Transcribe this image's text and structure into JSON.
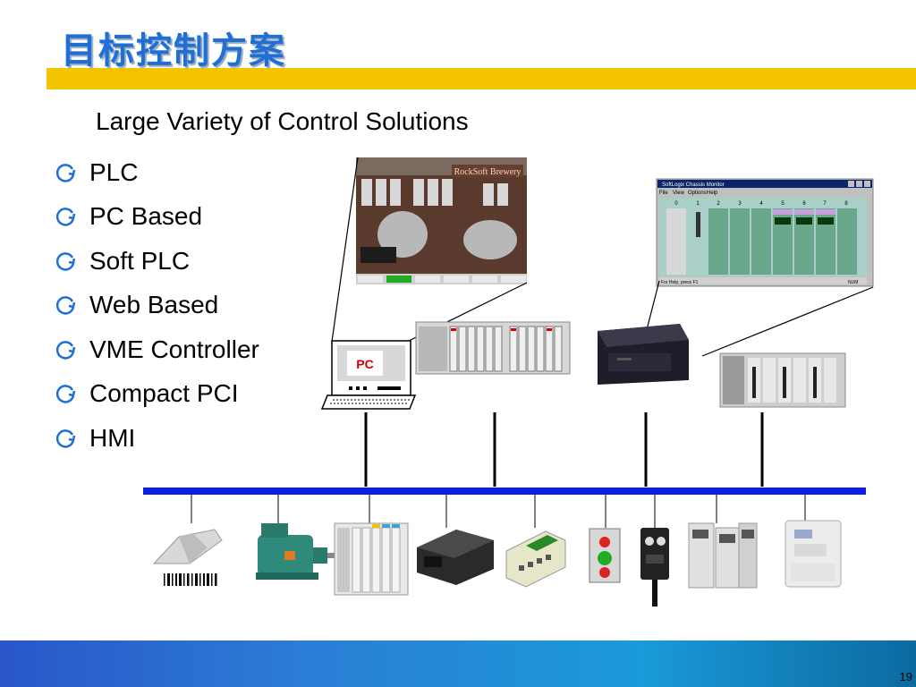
{
  "slide": {
    "title": "目标控制方案",
    "intro": "Large Variety of Control Solutions",
    "bullets": [
      "PLC",
      "PC Based",
      "Soft PLC",
      "Web Based",
      "VME Controller",
      "Compact PCI",
      "HMI"
    ],
    "page_number": "19"
  },
  "diagram": {
    "pc_label": "PC",
    "hmi_screen_title": "RockSoft Brewery",
    "softlogic_window_title": "SoftLogix Chassis Monitor",
    "softlogic_menu": [
      "File",
      "View",
      "Options",
      "Help"
    ],
    "softlogic_status": "For Help, press F1",
    "softlogic_num": "NUM",
    "slot_numbers": [
      "0",
      "1",
      "2",
      "3",
      "4",
      "5",
      "6",
      "7",
      "8"
    ],
    "colors": {
      "network_bus": "#0a1ee8",
      "title": "#1f6fd6",
      "accent_bar": "#f5c400"
    }
  }
}
